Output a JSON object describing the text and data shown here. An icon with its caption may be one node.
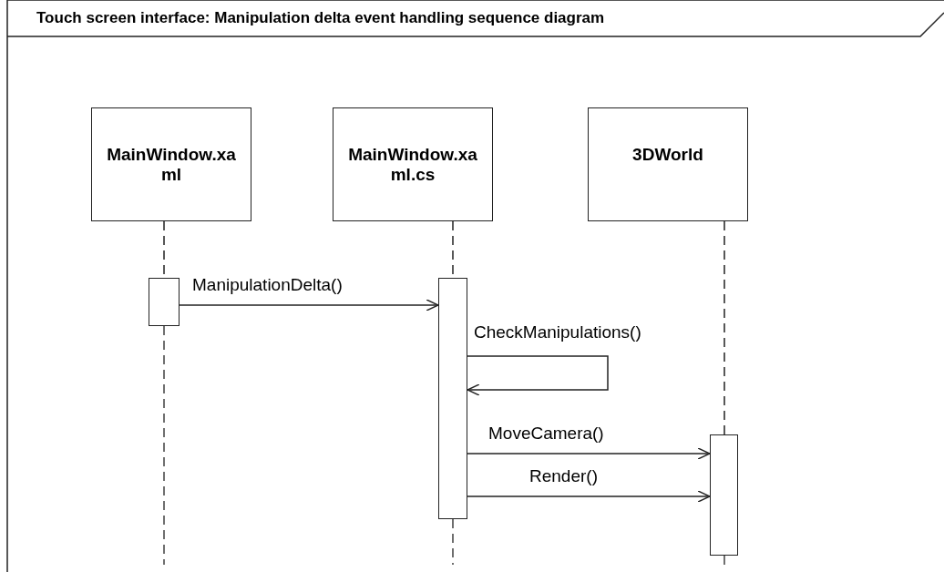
{
  "diagram": {
    "title": "Touch screen interface: Manipulation delta event handling sequence diagram",
    "nodes": [
      {
        "text": [
          "MainWindow.xaml"
        ]
      },
      {
        "text": [
          "MainWindow.xaml.cs"
        ]
      },
      {
        "text": [
          "3DWorld"
        ]
      },
      {
        "text": [],
        "shape": "bar"
      },
      {
        "text": [],
        "shape": "bar"
      },
      {
        "text": [],
        "shape": "bar"
      }
    ],
    "edges": [
      {
        "from": 0,
        "to": 3,
        "arrow": "none",
        "style": "dashed"
      },
      {
        "from": 1,
        "to": 4,
        "arrow": "none",
        "style": "dashed"
      },
      {
        "from": 2,
        "to": 5,
        "arrow": "none",
        "style": "dashed"
      },
      {
        "from": 3,
        "to": 4,
        "arrow": "to",
        "label": "ManipulationDelta()"
      },
      {
        "from": 4,
        "to": 4,
        "arrow": "to",
        "label": "CheckManipulations()"
      },
      {
        "from": 4,
        "to": 5,
        "arrow": "to",
        "label": "MoveCamera()"
      },
      {
        "from": 4,
        "to": 5,
        "arrow": "to",
        "label": "Render()"
      }
    ]
  }
}
